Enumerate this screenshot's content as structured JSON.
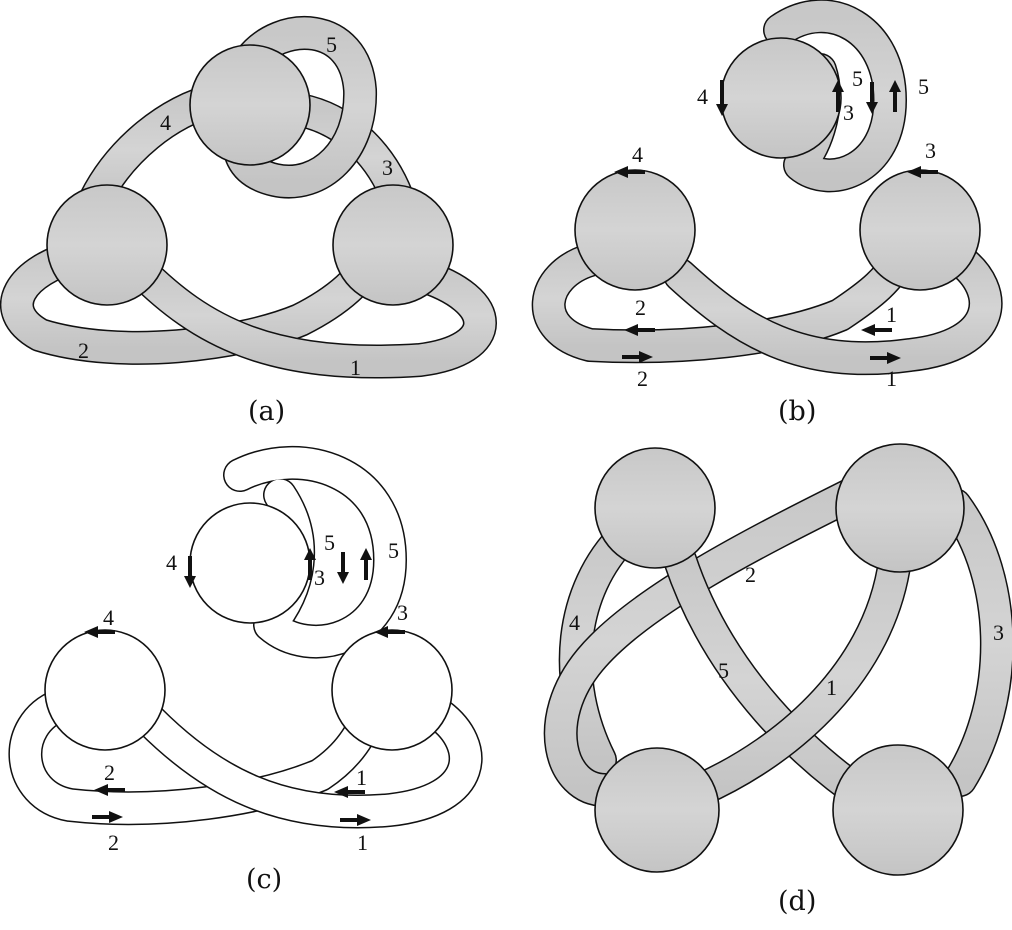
{
  "panels": [
    {
      "caption": "(a)",
      "labels": [
        "1",
        "2",
        "3",
        "4",
        "5"
      ]
    },
    {
      "caption": "(b)",
      "labels": [
        "1",
        "1",
        "2",
        "2",
        "3",
        "3",
        "4",
        "4",
        "5",
        "5"
      ]
    },
    {
      "caption": "(c)",
      "labels": [
        "1",
        "1",
        "2",
        "2",
        "3",
        "3",
        "4",
        "4",
        "5",
        "5"
      ]
    },
    {
      "caption": "(d)",
      "labels": [
        "1",
        "2",
        "3",
        "4",
        "5"
      ]
    }
  ],
  "colors": {
    "disk_fill": "#cccccc",
    "outline": "#111111",
    "background": "#ffffff"
  }
}
